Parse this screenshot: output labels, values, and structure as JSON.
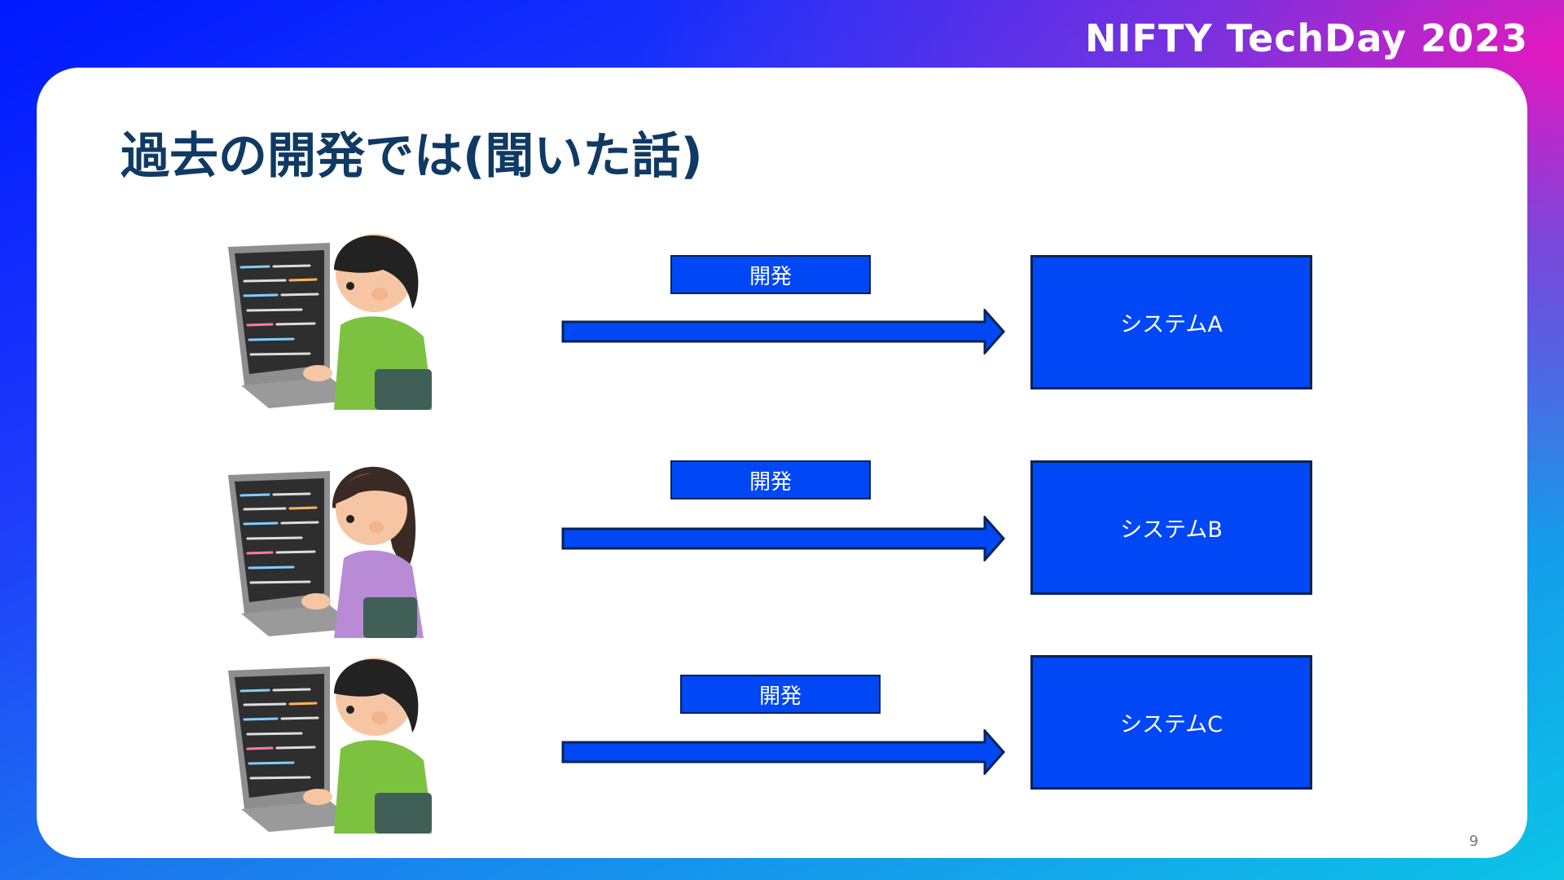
{
  "header": {
    "brand": "NIFTY TechDay 2023"
  },
  "slide": {
    "title": "過去の開発では(聞いた話)",
    "page_number": "9",
    "rows": [
      {
        "dev_label": "開発",
        "system": "システムA",
        "person": "developer-man"
      },
      {
        "dev_label": "開発",
        "system": "システムB",
        "person": "developer-woman"
      },
      {
        "dev_label": "開発",
        "system": "システムC",
        "person": "developer-man"
      }
    ]
  },
  "colors": {
    "box_fill": "#0047f5",
    "box_border": "#082452",
    "title": "#0f3a63"
  }
}
